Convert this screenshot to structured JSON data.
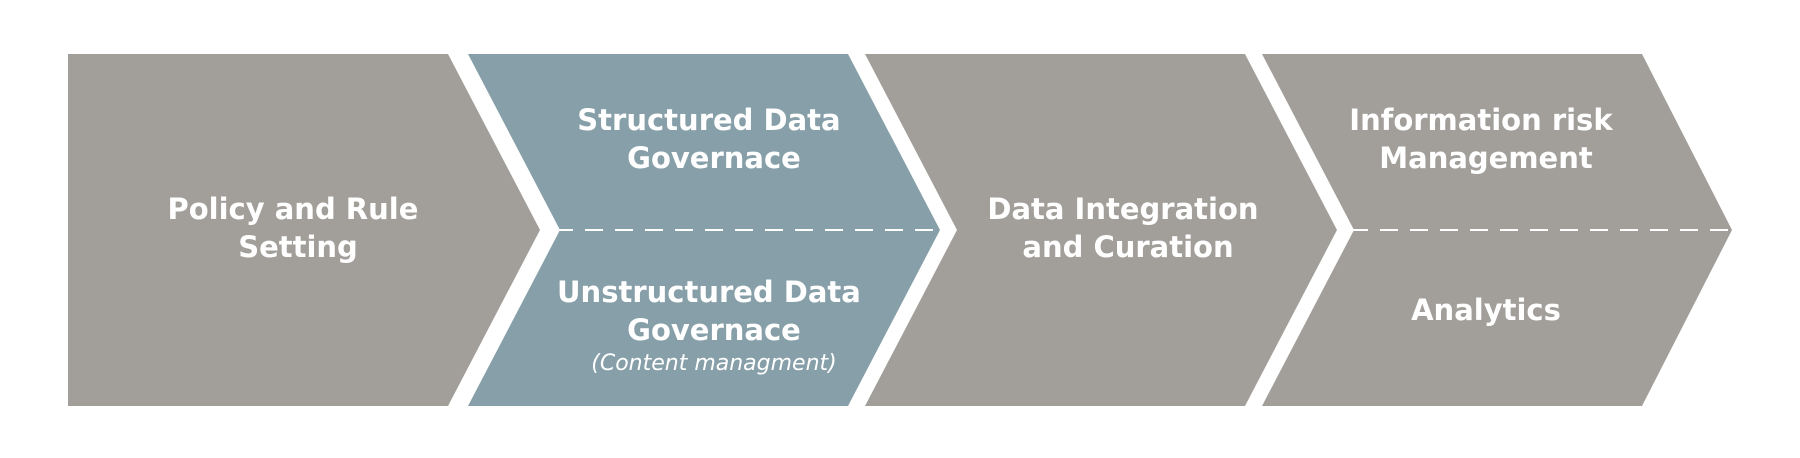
{
  "colors": {
    "background": "#ffffff",
    "stage_gray": "#a29f9a",
    "stage_highlight": "#869fa8",
    "text": "#ffffff",
    "divider": "#ffffff"
  },
  "stages": [
    {
      "lines": [
        "Policy and Rule",
        "Setting"
      ]
    },
    {
      "top": {
        "lines": [
          "Structured Data",
          "Governace"
        ]
      },
      "bottom": {
        "lines": [
          "Unstructured Data",
          "Governace"
        ],
        "note": "(Content managment)"
      }
    },
    {
      "lines": [
        "Data Integration",
        "and Curation"
      ]
    },
    {
      "top": {
        "lines": [
          "Information risk",
          "Management"
        ]
      },
      "bottom": {
        "lines": [
          "Analytics"
        ]
      }
    }
  ]
}
